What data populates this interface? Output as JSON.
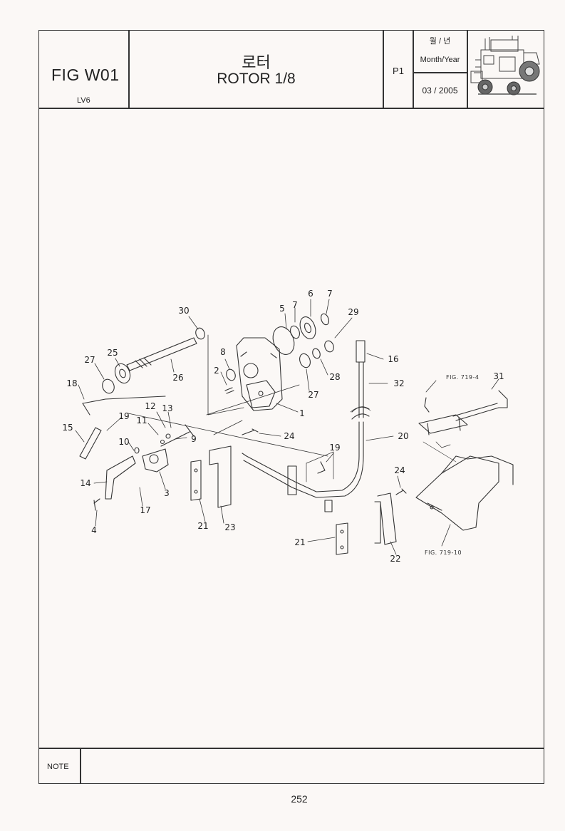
{
  "header": {
    "fig_code": "FIG W01",
    "model": "LV6",
    "title_ko": "로터",
    "title_en": "ROTOR 1/8",
    "page_code": "P1",
    "month_year_ko": "월 / 년",
    "month_year_en": "Month/Year",
    "month_year_value": "03 / 2005",
    "machine_thumbnail_icon": "tractor-illustration-icon"
  },
  "diagram": {
    "callouts": [
      "30",
      "5",
      "7",
      "6",
      "7",
      "29",
      "8",
      "2",
      "16",
      "25",
      "27",
      "26",
      "28",
      "27",
      "32",
      "18",
      "1",
      "12",
      "13",
      "19",
      "15",
      "11",
      "24",
      "9",
      "10",
      "20",
      "19",
      "24",
      "14",
      "3",
      "17",
      "4",
      "21",
      "23",
      "21",
      "22",
      "31"
    ],
    "figure_references": [
      "FIG. 719-4",
      "FIG. 719-10"
    ]
  },
  "footer": {
    "note_label": "NOTE",
    "note_text": "",
    "page_number": "252"
  }
}
